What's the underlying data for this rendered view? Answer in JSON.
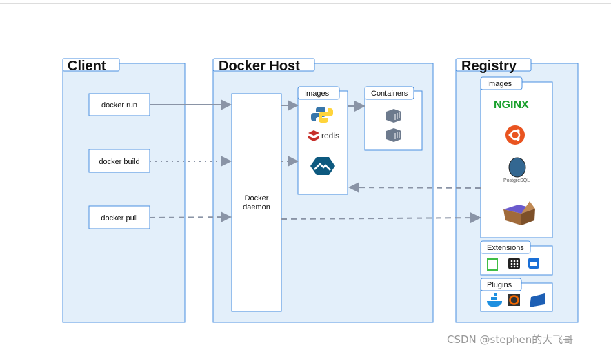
{
  "client": {
    "title": "Client",
    "commands": [
      "docker run",
      "docker build",
      "docker pull"
    ]
  },
  "host": {
    "title": "Docker Host",
    "daemon": [
      "Docker",
      "daemon"
    ],
    "images_label": "Images",
    "containers_label": "Containers",
    "image_icons": [
      "python-icon",
      "redis-icon",
      "alpine-icon"
    ],
    "redis_text": "redis"
  },
  "registry": {
    "title": "Registry",
    "images_label": "Images",
    "nginx_text": "NGINX",
    "postgres_text": "PostgreSQL",
    "extensions_label": "Extensions",
    "plugins_label": "Plugins"
  },
  "watermark": "CSDN @stephen的大飞哥",
  "colors": {
    "panel": "#e3effa",
    "border": "#4a8fe0",
    "arrow": "#8a94a6"
  }
}
